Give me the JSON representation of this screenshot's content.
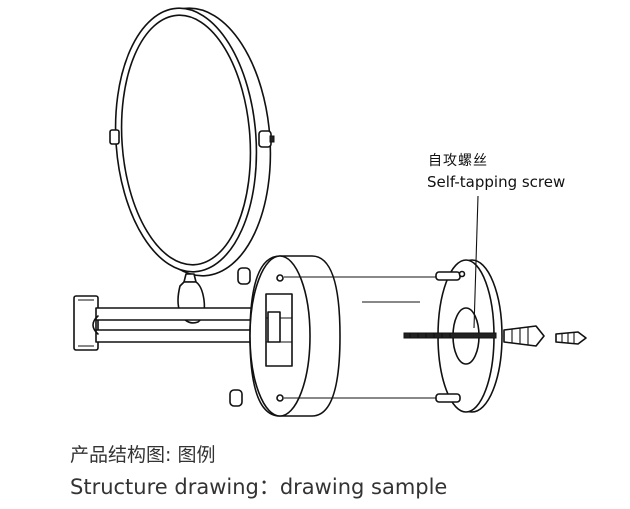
{
  "callout": {
    "label_cn": "自攻螺丝",
    "label_en": "Self-tapping screw"
  },
  "caption": {
    "cn": "产品结构图: 图例",
    "en": "Structure drawing：drawing sample"
  },
  "colors": {
    "line": "#111111",
    "background": "#ffffff",
    "caption_text": "#333333"
  }
}
